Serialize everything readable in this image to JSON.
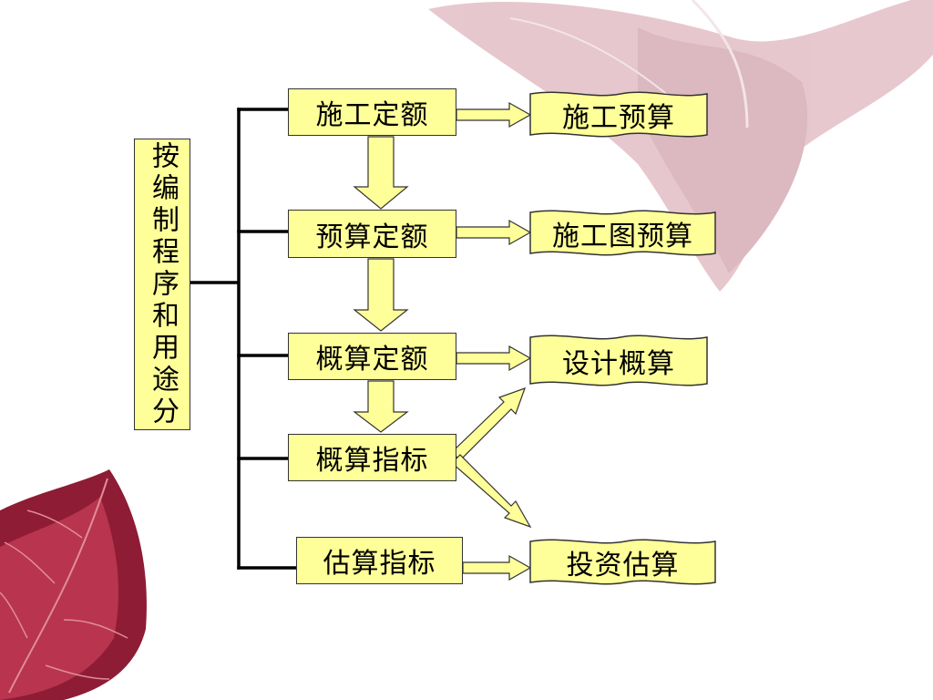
{
  "category": {
    "label": "按编制程序和用途分"
  },
  "quotas": [
    {
      "id": "construction-quota",
      "label": "施工定额"
    },
    {
      "id": "budget-quota",
      "label": "预算定额"
    },
    {
      "id": "estimate-quota",
      "label": "概算定额"
    },
    {
      "id": "estimate-index",
      "label": "概算指标"
    },
    {
      "id": "estimation-index",
      "label": "估算指标"
    }
  ],
  "outcomes": [
    {
      "id": "construction-budget",
      "label": "施工预算"
    },
    {
      "id": "drawing-budget",
      "label": "施工图预算"
    },
    {
      "id": "design-estimate",
      "label": "设计概算"
    },
    {
      "id": "investment-estimate",
      "label": "投资估算"
    }
  ],
  "colors": {
    "box_fill": "#ffff99",
    "box_border": "#333333",
    "connector": "#000000",
    "arrow_fill": "#ffff99",
    "leaf_top_right": "#c9a1aa",
    "leaf_bottom_left": "#a8243f"
  }
}
